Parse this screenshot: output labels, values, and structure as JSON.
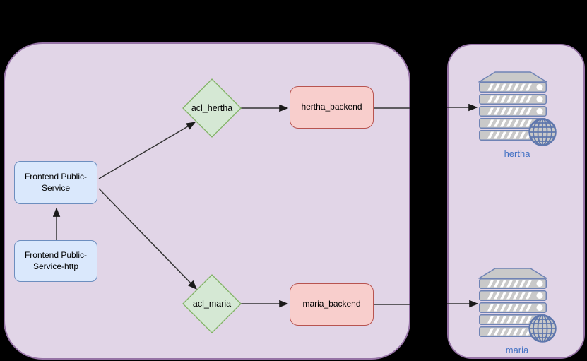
{
  "diagram": {
    "background": "#000000",
    "zones": {
      "frontend_zone": {
        "fill": "#E1D5E7",
        "border": "#9673A6"
      },
      "servers_zone": {
        "fill": "#E1D5E7",
        "border": "#9673A6"
      }
    },
    "nodes": {
      "frontend_public_service": {
        "label": "Frontend Public-Service",
        "fill": "#DAE8FC",
        "border": "#6C8EBF",
        "shape": "rounded-rect"
      },
      "frontend_public_service_http": {
        "label": "Frontend Public-Service-http",
        "fill": "#DAE8FC",
        "border": "#6C8EBF",
        "shape": "rounded-rect"
      },
      "acl_hertha": {
        "label": "acl_hertha",
        "fill": "#D5E8D4",
        "border": "#82B366",
        "shape": "diamond"
      },
      "acl_maria": {
        "label": "acl_maria",
        "fill": "#D5E8D4",
        "border": "#82B366",
        "shape": "diamond"
      },
      "hertha_backend": {
        "label": "hertha_backend",
        "fill": "#F8CECC",
        "border": "#B85450",
        "shape": "rounded-rect"
      },
      "maria_backend": {
        "label": "maria_backend",
        "fill": "#F8CECC",
        "border": "#B85450",
        "shape": "rounded-rect"
      },
      "hertha_server": {
        "label": "hertha",
        "label_color": "#4472C4",
        "icon": "web-server-rack-icon"
      },
      "maria_server": {
        "label": "maria",
        "label_color": "#4472C4",
        "icon": "web-server-rack-icon"
      }
    },
    "edges": [
      {
        "from": "Frontend Public-Service-http",
        "to": "Frontend Public-Service",
        "arrow": true
      },
      {
        "from": "Frontend Public-Service",
        "to": "acl_hertha",
        "arrow": true
      },
      {
        "from": "Frontend Public-Service",
        "to": "acl_maria",
        "arrow": true
      },
      {
        "from": "acl_hertha",
        "to": "hertha_backend",
        "arrow": true
      },
      {
        "from": "acl_maria",
        "to": "maria_backend",
        "arrow": true
      },
      {
        "from": "hertha_backend",
        "to": "hertha server",
        "arrow": true
      },
      {
        "from": "maria_backend",
        "to": "maria server",
        "arrow": true
      }
    ],
    "icon_colors": {
      "rack_fill": "#C9C9C9",
      "rack_outline": "#6F83B5",
      "stripe": "#FFFFFF",
      "led": "#FFFFFF",
      "globe_outline": "#5F77AD"
    },
    "edge_color": "#333333"
  }
}
